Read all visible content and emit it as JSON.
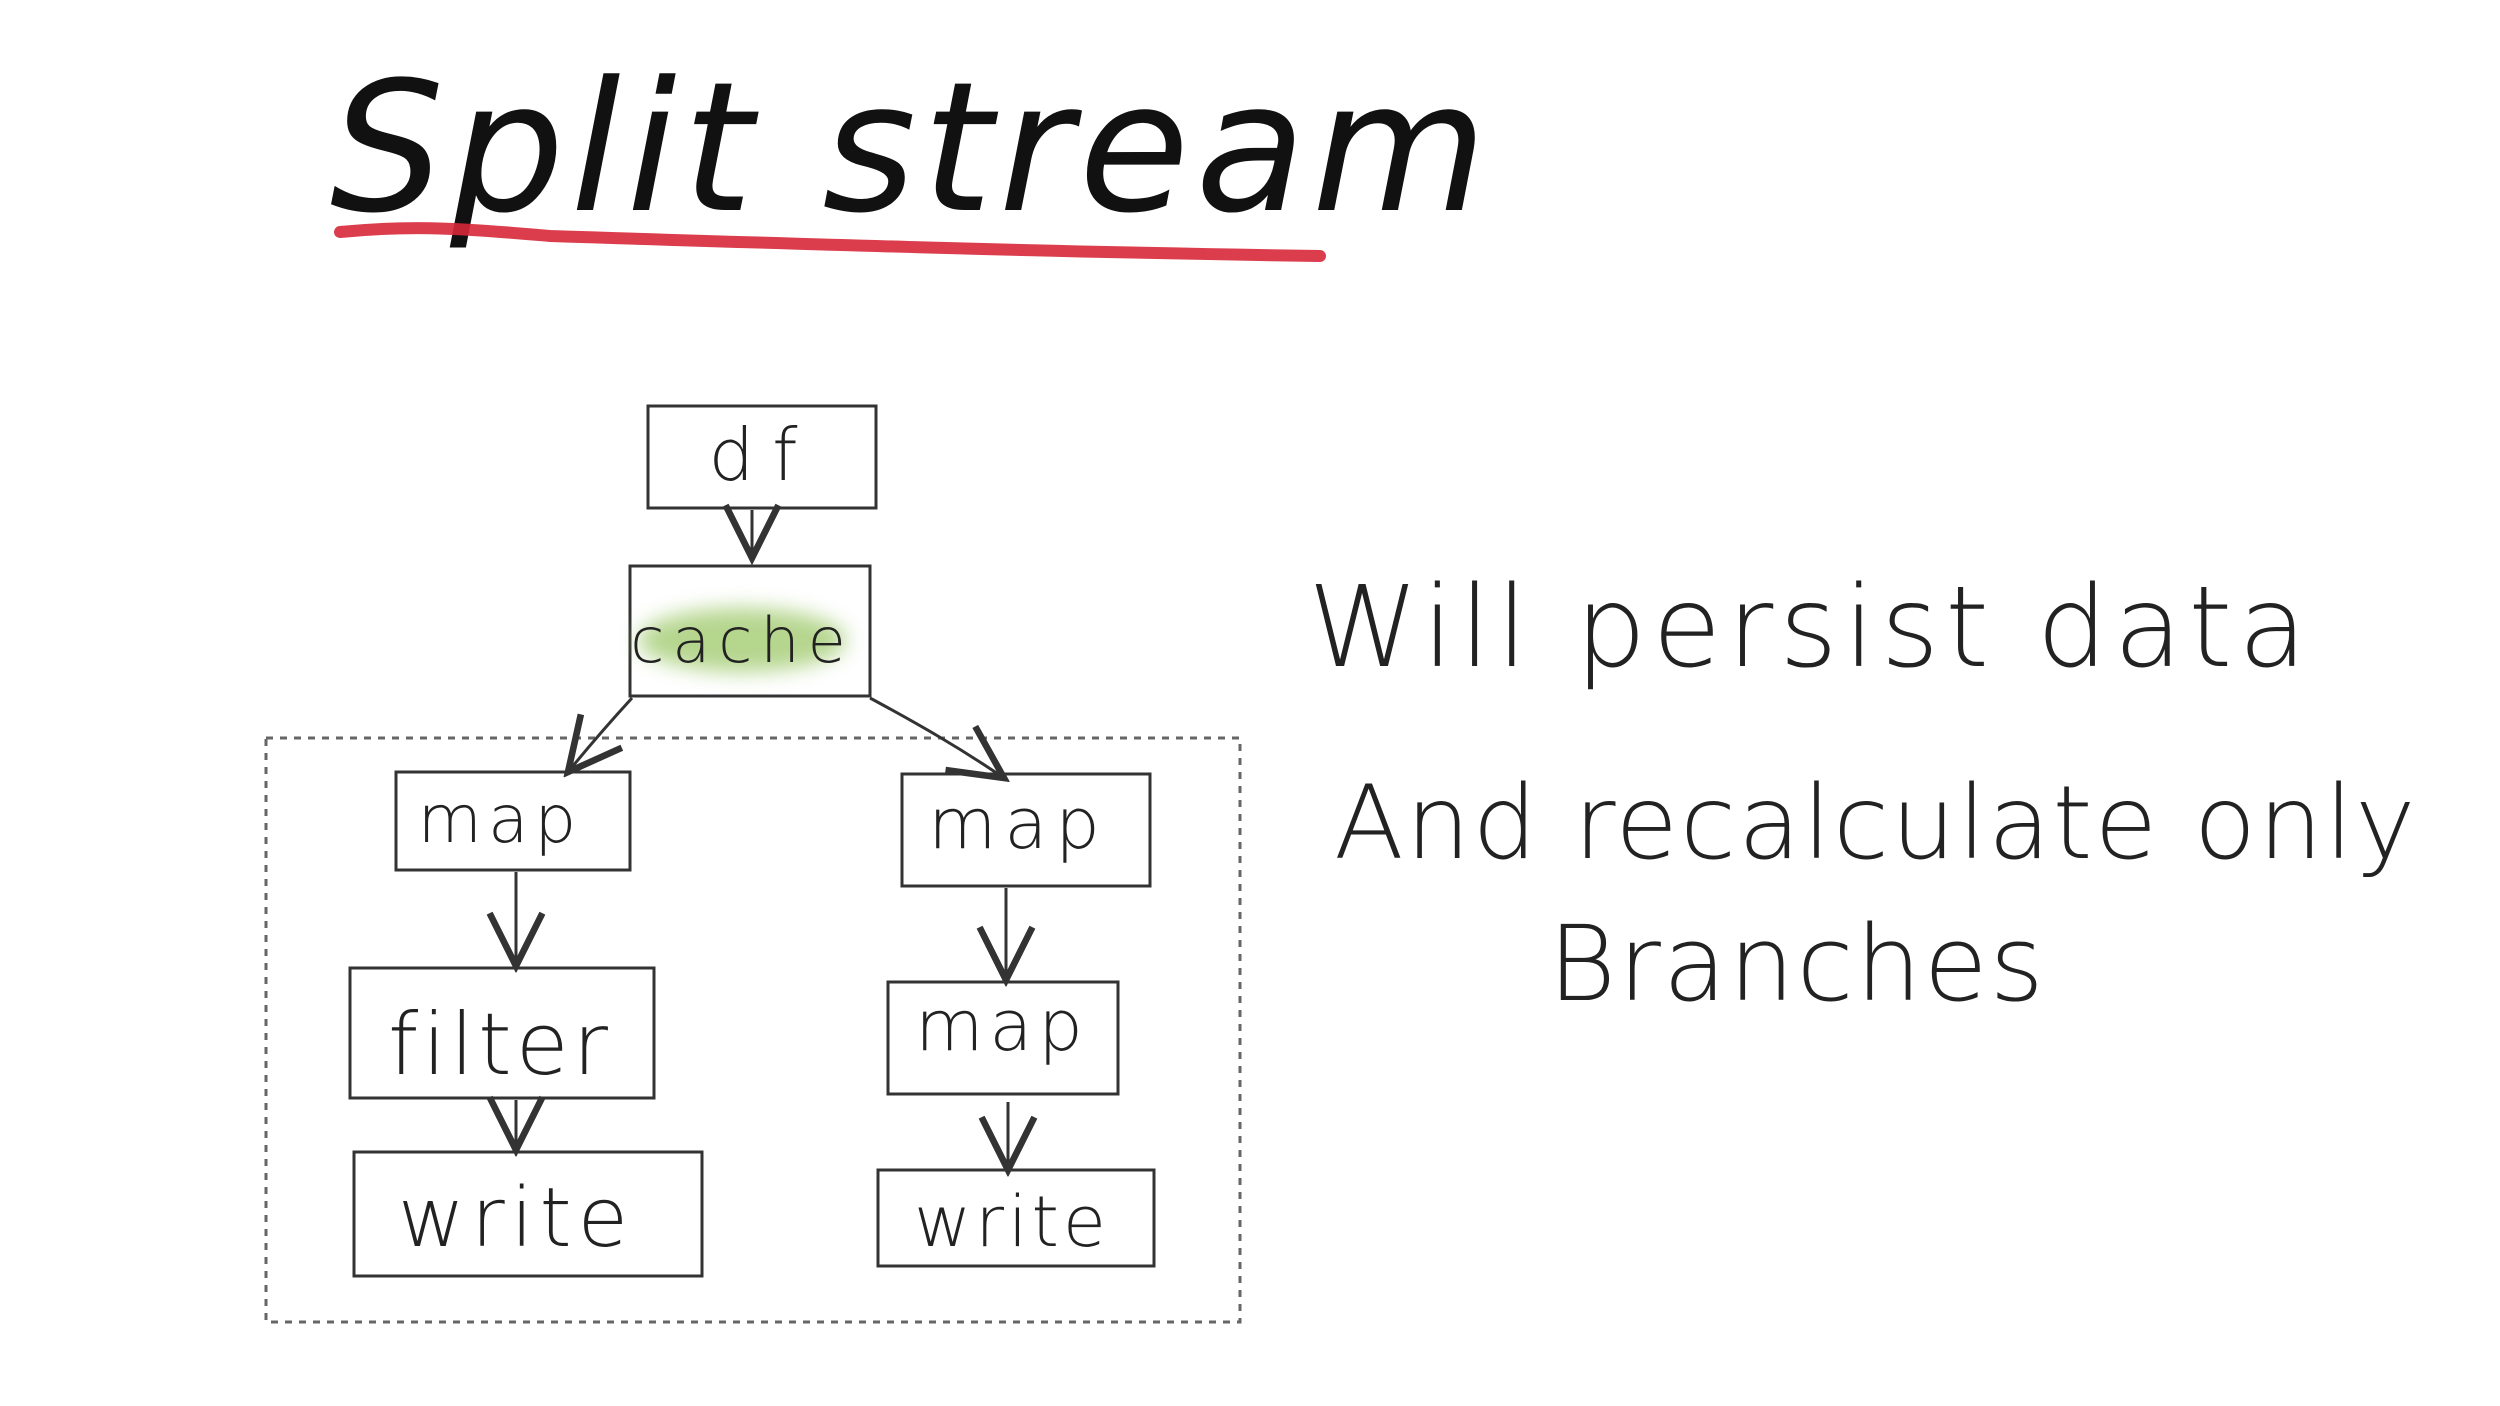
{
  "title": "Split stream",
  "colors": {
    "ink": "#222222",
    "title_underline": "#d8283a",
    "cache_highlight": "#a8cf7a",
    "dashed_group": "#666666"
  },
  "nodes": {
    "df": "df",
    "cache": "cache",
    "left_map": "map",
    "left_filter": "filter",
    "left_write": "write",
    "right_map_1": "map",
    "right_map_2": "map",
    "right_write": "write"
  },
  "notes": {
    "line1": "Will persist data",
    "line2": "And recalculate only",
    "line3": "Branches"
  }
}
